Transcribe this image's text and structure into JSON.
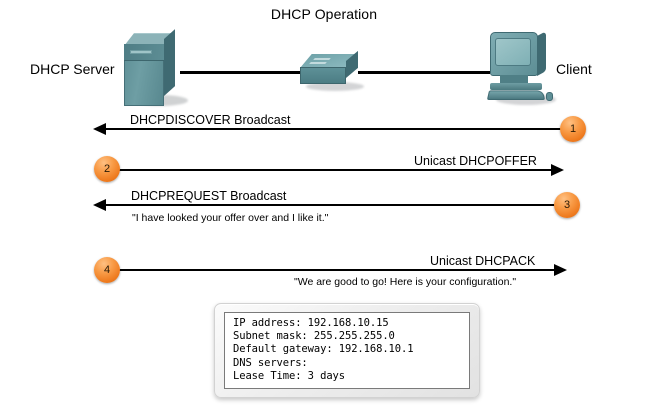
{
  "title": "DHCP Operation",
  "topology": {
    "server_label": "DHCP Server",
    "client_label": "Client",
    "server_icon": "server-icon",
    "switch_icon": "switch-icon",
    "client_icon": "desktop-pc-icon",
    "link_color": "#000000"
  },
  "accent_color": "#ee7a1e",
  "steps": [
    {
      "number": "1",
      "label": "DHCPDISCOVER Broadcast",
      "quote": "",
      "direction": "left"
    },
    {
      "number": "2",
      "label": "Unicast DHCPOFFER",
      "quote": "",
      "direction": "right"
    },
    {
      "number": "3",
      "label": "DHCPREQUEST Broadcast",
      "quote": "\"I have looked your offer over and I like it.\"",
      "direction": "left"
    },
    {
      "number": "4",
      "label": "Unicast DHCPACK",
      "quote": "\"We are good to go! Here is your configuration.\"",
      "direction": "right"
    }
  ],
  "config_box": {
    "lines": [
      "IP address: 192.168.10.15",
      "Subnet mask: 255.255.255.0",
      "Default gateway: 192.168.10.1",
      "DNS servers:",
      "Lease Time: 3 days"
    ]
  }
}
